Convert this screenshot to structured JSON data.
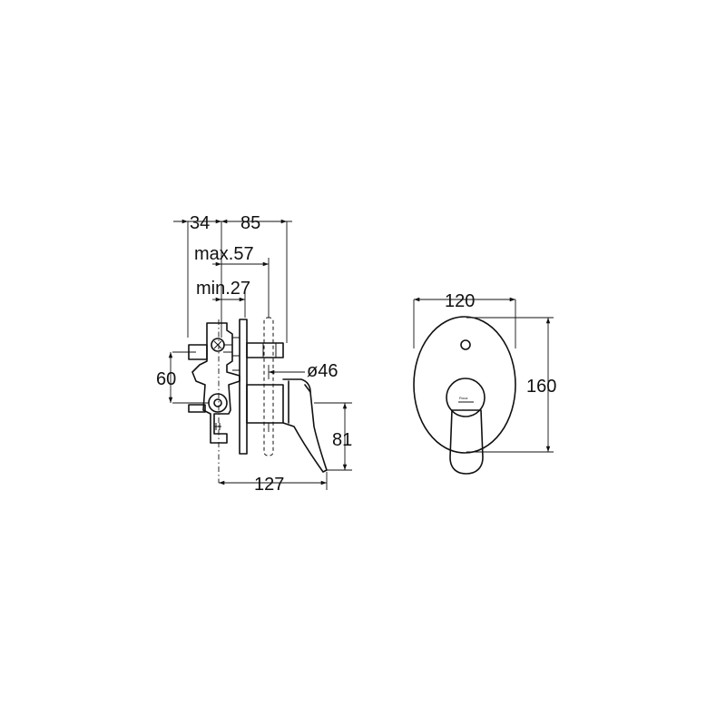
{
  "side_view": {
    "dim_34": "34",
    "dim_85": "85",
    "dim_max57": "max.57",
    "dim_min27": "min.27",
    "dim_60": "60",
    "dim_d46": "ø46",
    "dim_81": "81",
    "dim_127": "127"
  },
  "front_view": {
    "dim_120": "120",
    "dim_160": "160",
    "logo_text": "Roca"
  }
}
